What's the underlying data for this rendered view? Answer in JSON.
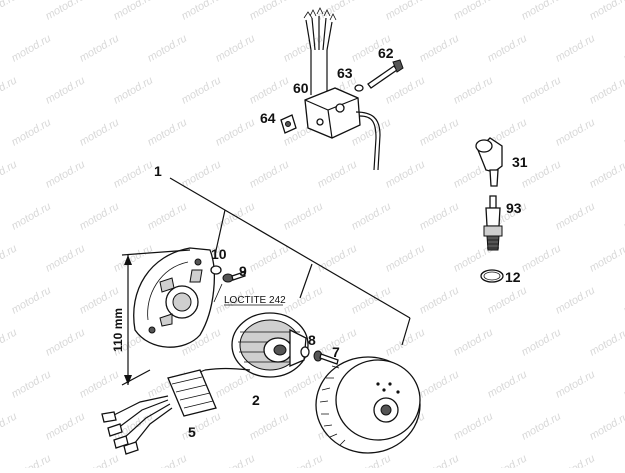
{
  "watermark": {
    "text": "motod.ru"
  },
  "labels": {
    "assembly": "1",
    "stator": "2",
    "regulator": "5",
    "screw7": "7",
    "washer8": "8",
    "screw9": "9",
    "washer10": "10",
    "oring12": "12",
    "cap31": "31",
    "coil60": "60",
    "bolt62": "62",
    "washer63": "63",
    "bracket64": "64",
    "plug93": "93"
  },
  "notes": {
    "loctite": "LOCTITE 242"
  },
  "dimension": {
    "value": "110 mm"
  }
}
